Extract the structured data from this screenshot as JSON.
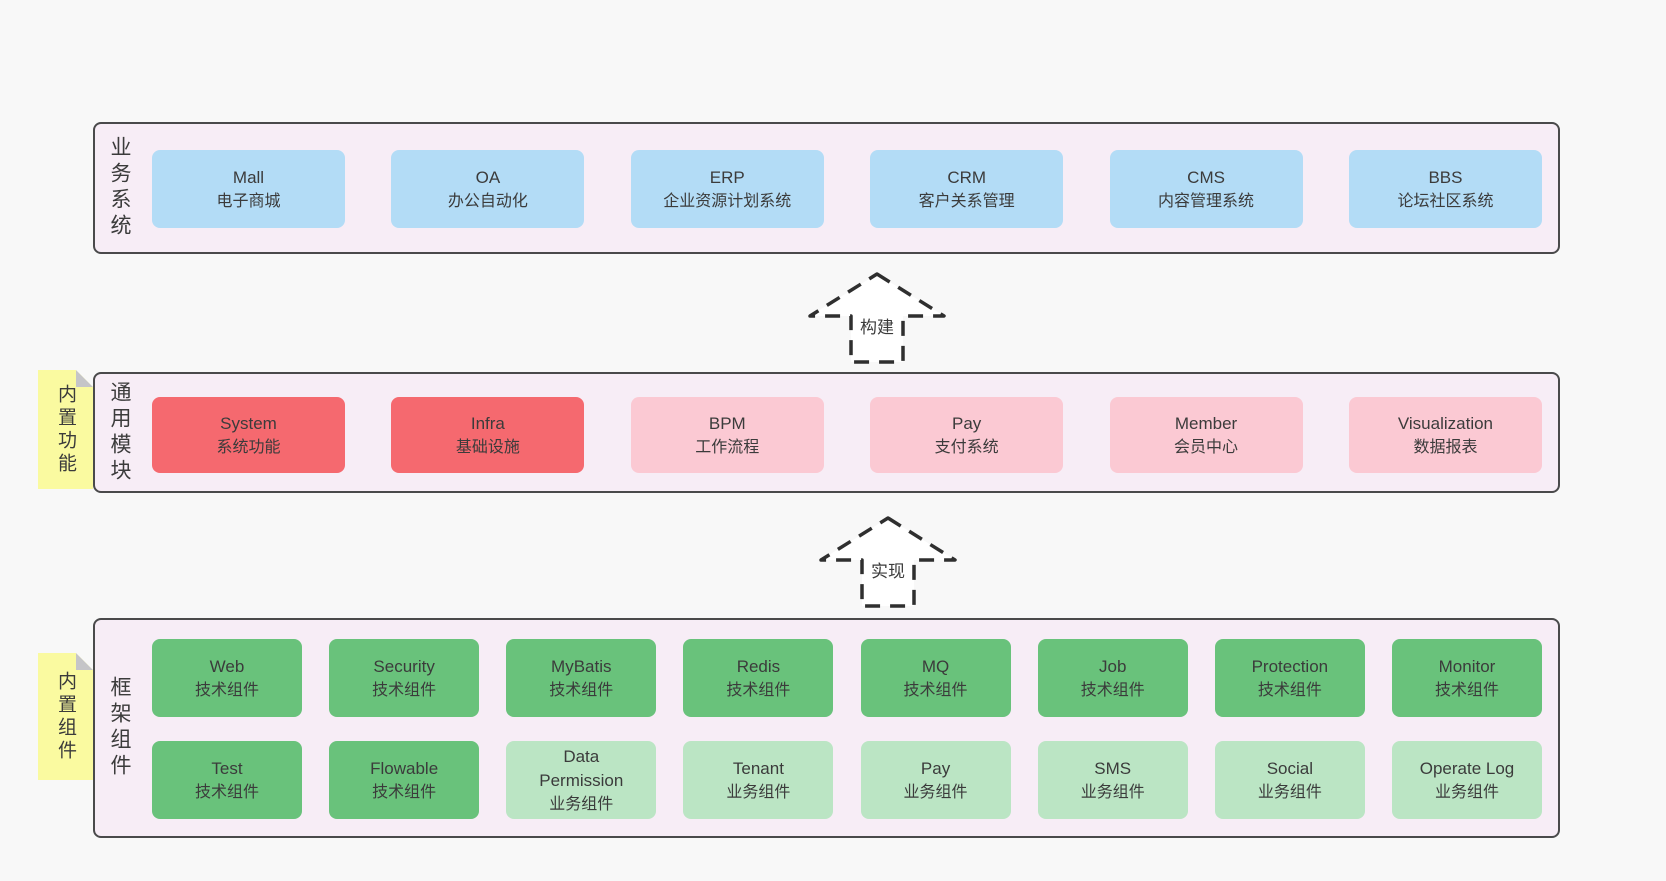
{
  "colors": {
    "page_bg": "#f8f8f8",
    "panel_bg": "#f7edf6",
    "panel_border": "#4a4a4b",
    "blue": "#b3dcf6",
    "red": "#f5696f",
    "pink": "#fbc9d3",
    "green": "#69c27b",
    "light_green": "#bbe5c4",
    "note_yellow": "#fafaa0",
    "note_fold": "#c5c5c8",
    "text": "#3b3b3b",
    "arrow_stroke": "#2f2f2f"
  },
  "sections": {
    "business": {
      "label": "业务系统",
      "boxes": [
        {
          "name": "Mall",
          "desc": "电子商城",
          "variant": "blue"
        },
        {
          "name": "OA",
          "desc": "办公自动化",
          "variant": "blue"
        },
        {
          "name": "ERP",
          "desc": "企业资源计划系统",
          "variant": "blue"
        },
        {
          "name": "CRM",
          "desc": "客户关系管理",
          "variant": "blue"
        },
        {
          "name": "CMS",
          "desc": "内容管理系统",
          "variant": "blue"
        },
        {
          "name": "BBS",
          "desc": "论坛社区系统",
          "variant": "blue"
        }
      ]
    },
    "modules": {
      "label": "通用模块",
      "note": "内置功能",
      "boxes": [
        {
          "name": "System",
          "desc": "系统功能",
          "variant": "red"
        },
        {
          "name": "Infra",
          "desc": "基础设施",
          "variant": "red"
        },
        {
          "name": "BPM",
          "desc": "工作流程",
          "variant": "pink"
        },
        {
          "name": "Pay",
          "desc": "支付系统",
          "variant": "pink"
        },
        {
          "name": "Member",
          "desc": "会员中心",
          "variant": "pink"
        },
        {
          "name": "Visualization",
          "desc": "数据报表",
          "variant": "pink"
        }
      ]
    },
    "framework": {
      "label": "框架组件",
      "note": "内置组件",
      "rows": [
        [
          {
            "name": "Web",
            "desc": "技术组件",
            "variant": "green"
          },
          {
            "name": "Security",
            "desc": "技术组件",
            "variant": "green"
          },
          {
            "name": "MyBatis",
            "desc": "技术组件",
            "variant": "green"
          },
          {
            "name": "Redis",
            "desc": "技术组件",
            "variant": "green"
          },
          {
            "name": "MQ",
            "desc": "技术组件",
            "variant": "green"
          },
          {
            "name": "Job",
            "desc": "技术组件",
            "variant": "green"
          },
          {
            "name": "Protection",
            "desc": "技术组件",
            "variant": "green"
          },
          {
            "name": "Monitor",
            "desc": "技术组件",
            "variant": "green"
          }
        ],
        [
          {
            "name": "Test",
            "desc": "技术组件",
            "variant": "green"
          },
          {
            "name": "Flowable",
            "desc": "技术组件",
            "variant": "green"
          },
          {
            "name": "Data Permission",
            "desc": "业务组件",
            "variant": "light-green"
          },
          {
            "name": "Tenant",
            "desc": "业务组件",
            "variant": "light-green"
          },
          {
            "name": "Pay",
            "desc": "业务组件",
            "variant": "light-green"
          },
          {
            "name": "SMS",
            "desc": "业务组件",
            "variant": "light-green"
          },
          {
            "name": "Social",
            "desc": "业务组件",
            "variant": "light-green"
          },
          {
            "name": "Operate Log",
            "desc": "业务组件",
            "variant": "light-green"
          }
        ]
      ]
    }
  },
  "arrows": [
    {
      "label": "构建"
    },
    {
      "label": "实现"
    }
  ]
}
